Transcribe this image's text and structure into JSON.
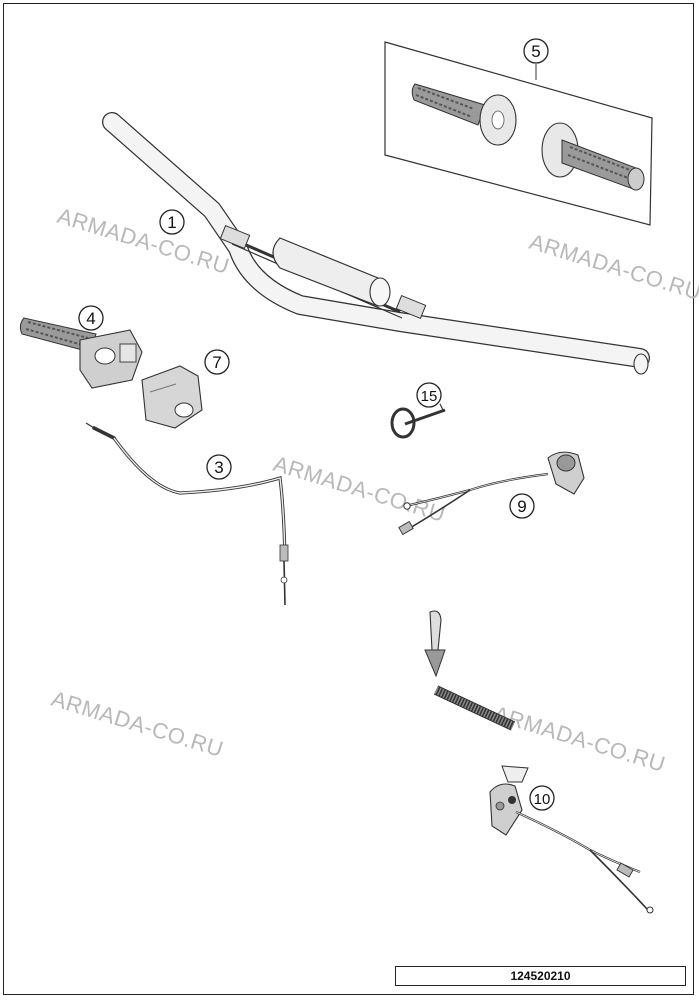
{
  "diagram": {
    "callouts": [
      {
        "id": "part-1",
        "label": "1"
      },
      {
        "id": "part-3",
        "label": "3"
      },
      {
        "id": "part-4",
        "label": "4"
      },
      {
        "id": "part-5",
        "label": "5"
      },
      {
        "id": "part-7",
        "label": "7"
      },
      {
        "id": "part-9",
        "label": "9"
      },
      {
        "id": "part-10",
        "label": "10"
      },
      {
        "id": "part-15",
        "label": "15"
      }
    ],
    "watermark": "ARMADA-CO.RU",
    "document_number": "124520210"
  }
}
